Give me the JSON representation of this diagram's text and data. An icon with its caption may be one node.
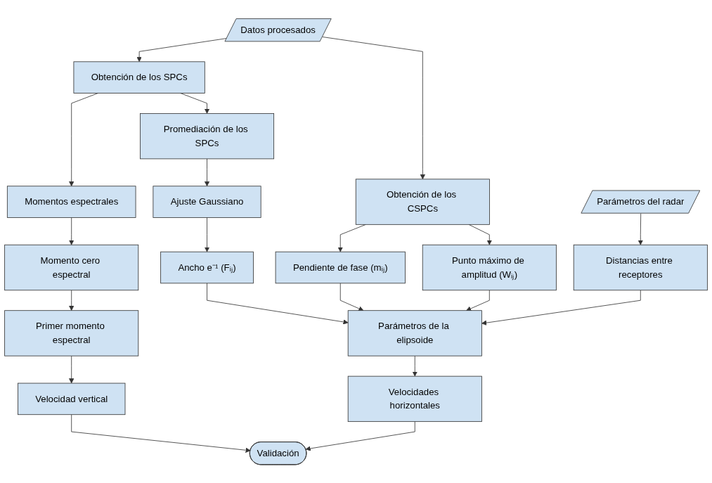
{
  "diagram": {
    "nodes": [
      {
        "text": [
          "Datos procesados"
        ]
      },
      {
        "text": [
          "Parámetros del radar"
        ]
      },
      {
        "text": [
          "Obtención de los SPCs"
        ]
      },
      {
        "text": [
          "Obtención de los CSPCs"
        ]
      },
      {
        "text": [
          "Distancias entre receptores"
        ]
      },
      {
        "text": [
          "Momentos espectrales"
        ]
      },
      {
        "text": [
          "Promediación de los SPCs"
        ]
      },
      {
        "text": [
          "Pendiente de fase (mᵢⱼ)"
        ]
      },
      {
        "text": [
          "Punto máximo de amplitud (Wᵢⱼ)"
        ]
      },
      {
        "text": [
          "Momento cero espectral"
        ]
      },
      {
        "text": [
          "Ajuste Gaussiano"
        ]
      },
      {
        "text": [
          "Primer momento espectral"
        ]
      },
      {
        "text": [
          "Ancho e⁻¹ (Fᵢⱼ)"
        ]
      },
      {
        "text": [
          "Parámetros de la elipsoide"
        ]
      },
      {
        "text": [
          "Velocidad vertical"
        ]
      },
      {
        "text": [
          "Velocidades horizontales"
        ]
      },
      {
        "text": [
          "Validación"
        ]
      }
    ],
    "edges": [
      {
        "from": 0,
        "to": 2,
        "arrow": "to"
      },
      {
        "from": 0,
        "to": 3,
        "arrow": "to"
      },
      {
        "from": 1,
        "to": 4,
        "arrow": "to"
      },
      {
        "from": 2,
        "to": 5,
        "arrow": "to"
      },
      {
        "from": 2,
        "to": 6,
        "arrow": "to"
      },
      {
        "from": 3,
        "to": 7,
        "arrow": "to"
      },
      {
        "from": 3,
        "to": 8,
        "arrow": "to"
      },
      {
        "from": 5,
        "to": 9,
        "arrow": "to"
      },
      {
        "from": 9,
        "to": 11,
        "arrow": "to"
      },
      {
        "from": 11,
        "to": 14,
        "arrow": "to"
      },
      {
        "from": 6,
        "to": 10,
        "arrow": "to"
      },
      {
        "from": 10,
        "to": 12,
        "arrow": "to"
      },
      {
        "from": 12,
        "to": 13,
        "arrow": "to"
      },
      {
        "from": 7,
        "to": 13,
        "arrow": "to"
      },
      {
        "from": 8,
        "to": 13,
        "arrow": "to"
      },
      {
        "from": 4,
        "to": 13,
        "arrow": "to"
      },
      {
        "from": 13,
        "to": 15,
        "arrow": "to"
      },
      {
        "from": 14,
        "to": 16,
        "arrow": "to"
      },
      {
        "from": 15,
        "to": 16,
        "arrow": "to"
      }
    ]
  }
}
